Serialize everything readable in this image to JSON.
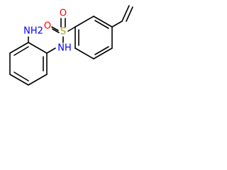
{
  "structure": {
    "atoms": {
      "amine": "NH2",
      "sulfonamide_n": "NH",
      "sulfur": "S",
      "oxygen_upper": "O",
      "oxygen_lower": "O"
    },
    "colors": {
      "bond": "#000000",
      "nitrogen": "#0000ff",
      "oxygen": "#ff0000",
      "sulfur": "#b8a000"
    }
  }
}
